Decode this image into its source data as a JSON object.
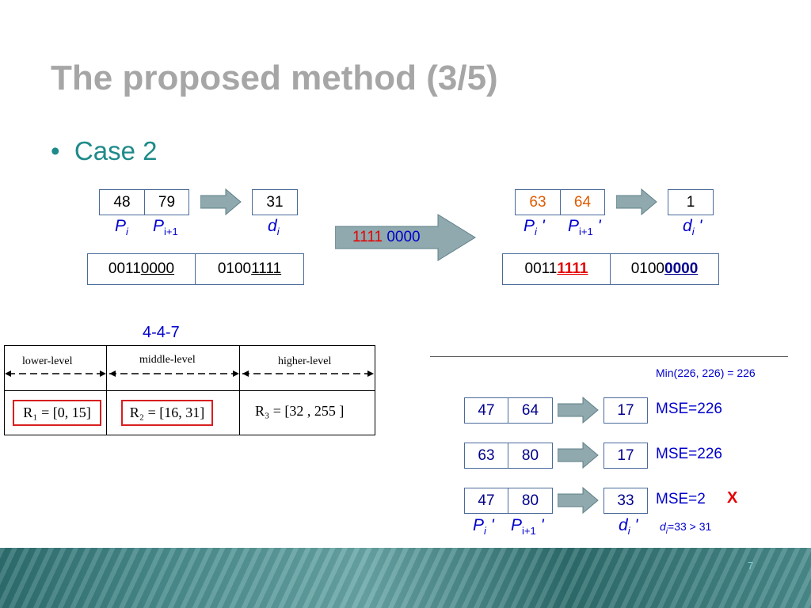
{
  "title": "The proposed method (3/5)",
  "bullet": "Case 2",
  "left_pair": {
    "p1": "48",
    "p2": "79",
    "d": "31",
    "label_p": "P",
    "label_p_sub": "i",
    "label_p1": "P",
    "label_p1_sub": "i+1",
    "label_d": "d",
    "label_d_sub": "i"
  },
  "left_bits": {
    "a_head": "0011",
    "a_tail": "0000",
    "b_head": "0100",
    "b_tail": "1111"
  },
  "transform_arrow": {
    "bits1": "1111",
    "bits2": "0000"
  },
  "right_pair": {
    "p1": "63",
    "p2": "64",
    "d": "1",
    "label_p": "P",
    "label_p_sub": "i",
    "prime": "'",
    "label_p1": "P",
    "label_p1_sub": "i+1",
    "label_d": "d",
    "label_d_sub": "i"
  },
  "right_bits": {
    "a_head": "0011",
    "a_tail": "1111",
    "b_head": "0100",
    "b_tail": "0000"
  },
  "range_table": {
    "caption": "4-4-7",
    "headers": [
      "lower-level",
      "middle-level",
      "higher-level"
    ],
    "r1": "R₁ = [0, 15]",
    "r2": "R₂ = [16, 31]",
    "r3": "R₃ = [32 , 255 ]"
  },
  "min_note": "Min(226, 226) = 226",
  "candidates": [
    {
      "p1": "47",
      "p2": "64",
      "d": "17",
      "mse": "MSE=226",
      "mark": ""
    },
    {
      "p1": "63",
      "p2": "80",
      "d": "17",
      "mse": "MSE=226",
      "mark": ""
    },
    {
      "p1": "47",
      "p2": "80",
      "d": "33",
      "mse": "MSE=2",
      "mark": "X"
    }
  ],
  "bottom_labels": {
    "label_p": "P",
    "label_p_sub": "i",
    "prime": "'",
    "label_p1": "P",
    "label_p1_sub": "i+1",
    "label_d": "d",
    "label_d_sub": "i"
  },
  "condition": {
    "d": "d",
    "sub": "i",
    "rest": "=33 > 31"
  },
  "page_number": "7"
}
